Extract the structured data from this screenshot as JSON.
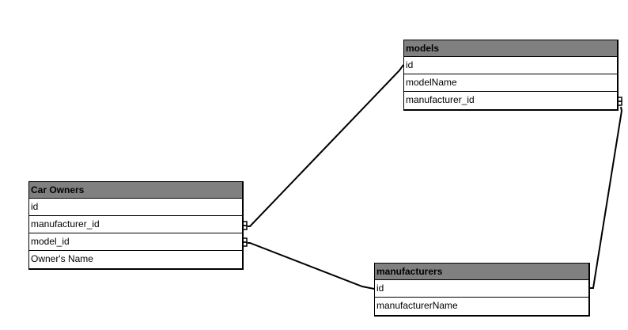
{
  "tables": {
    "car_owners": {
      "title": "Car Owners",
      "fields": [
        "id",
        "manufacturer_id",
        "model_id",
        "Owner's Name"
      ]
    },
    "models": {
      "title": "models",
      "fields": [
        "id",
        "modelName",
        "manufacturer_id"
      ]
    },
    "manufacturers": {
      "title": "manufacturers",
      "fields": [
        "id",
        "manufacturerName"
      ]
    }
  },
  "relationships": [
    {
      "from": "Car Owners.manufacturer_id",
      "to": "models.id"
    },
    {
      "from": "Car Owners.model_id",
      "to": "manufacturers.id"
    },
    {
      "from": "models.manufacturer_id",
      "to": "manufacturers.id"
    }
  ]
}
